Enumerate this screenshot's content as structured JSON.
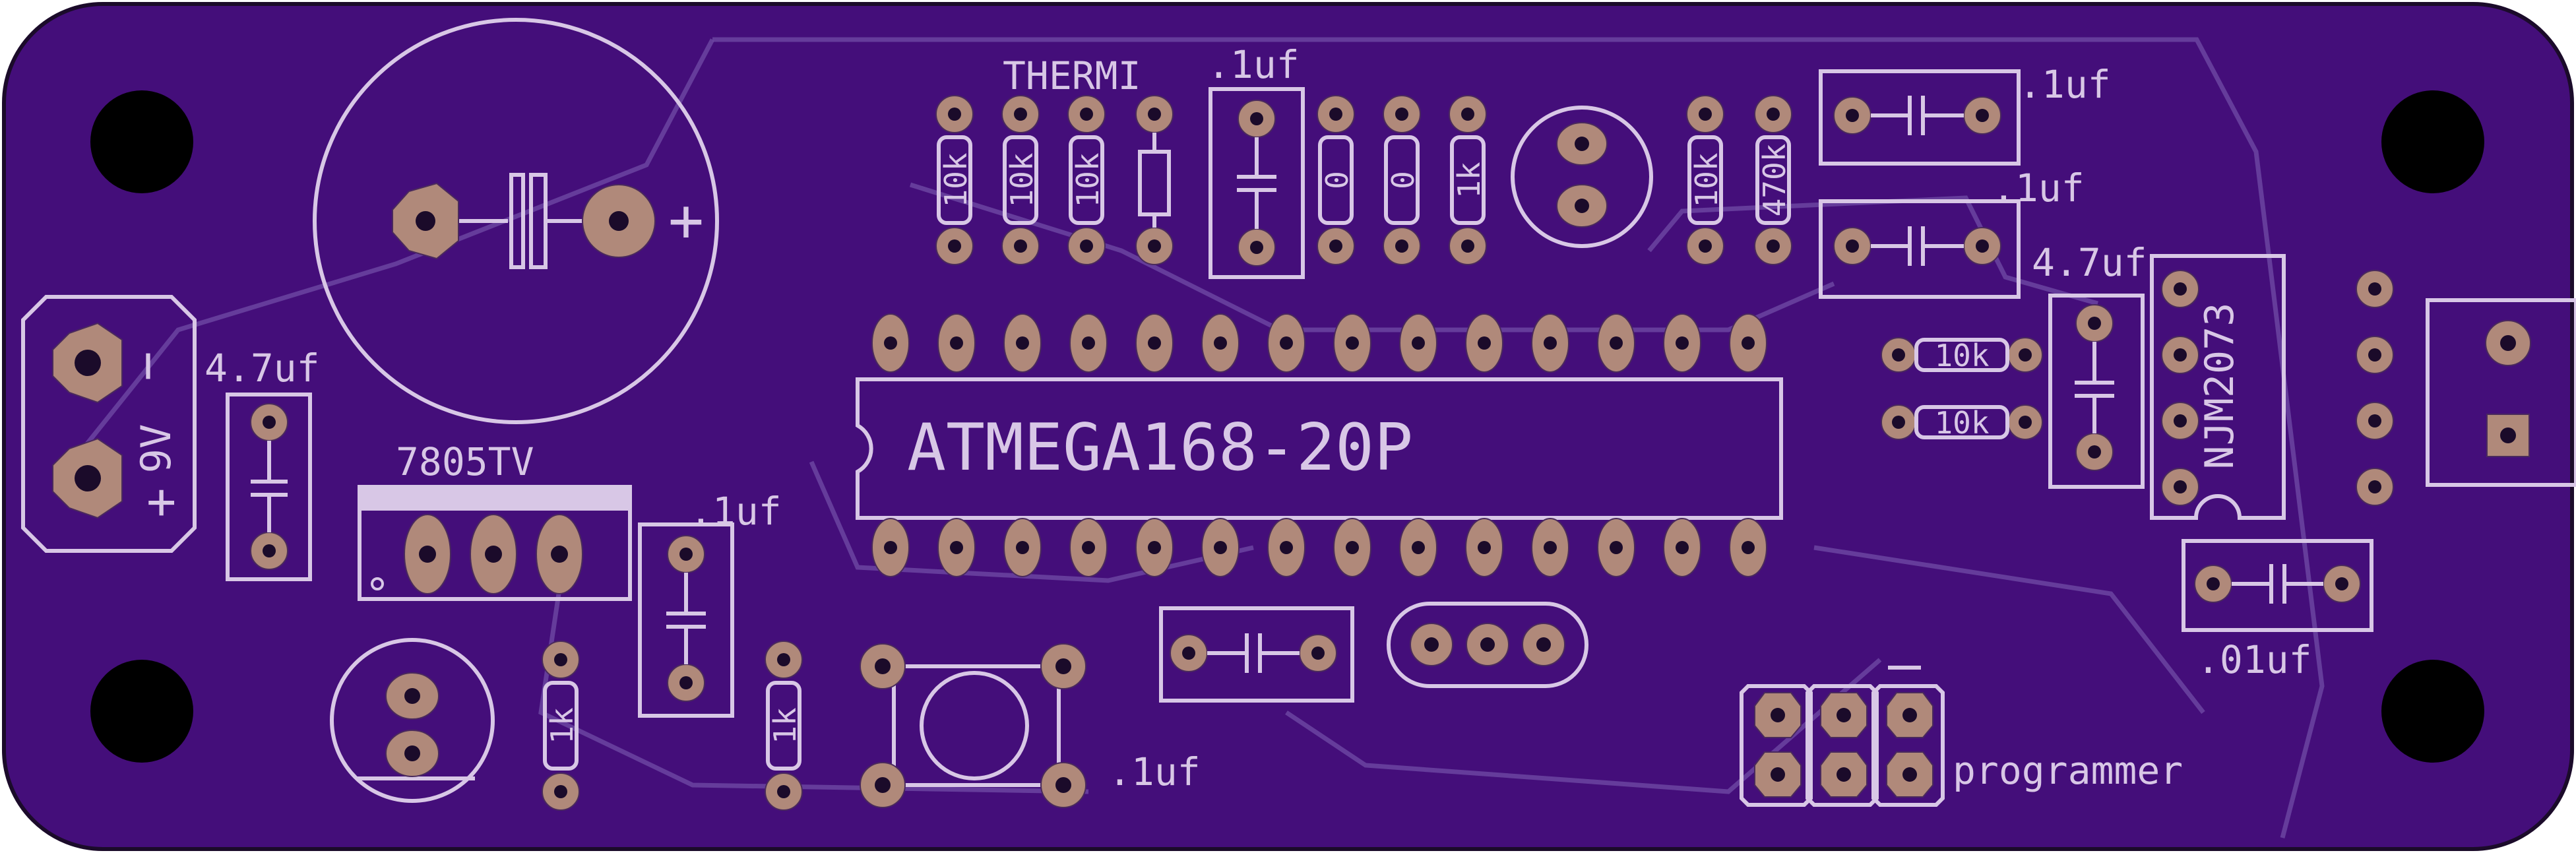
{
  "board": {
    "colors": {
      "substrate": "#440e7a",
      "silkscreen": "#d8c7e6",
      "copper_pad": "#b0897a",
      "mounting_hole": "#000000"
    },
    "mounting_holes": [
      "mounting-hole-top-left",
      "mounting-hole-top-right",
      "mounting-hole-bottom-left",
      "mounting-hole-bottom-right"
    ],
    "labels": {
      "thermi": "THERMI",
      "cap_top_center": ".1uf",
      "cap_top_right_1": ".1uf",
      "cap_top_right_2": ".1uf",
      "cap_right": "4.7uf",
      "cap_left": "4.7uf",
      "regulator": "7805TV",
      "cap_reg": ".1uf",
      "mcu": "ATMEGA168-20P",
      "amp": "NJM2073",
      "cap_amp": ".01uf",
      "cap_bottom": ".1uf",
      "programmer": "programmer",
      "battery": "9V",
      "minus": "−",
      "plus": "+",
      "elec_plus": "+",
      "r1": "10k",
      "r2": "10k",
      "r3": "10k",
      "r4": "0",
      "r5": "0",
      "r6": "1k",
      "r7": "10k",
      "r8": "470k",
      "r9": "10k",
      "r10": "10k",
      "r11": "1k",
      "r12": "1k"
    }
  }
}
